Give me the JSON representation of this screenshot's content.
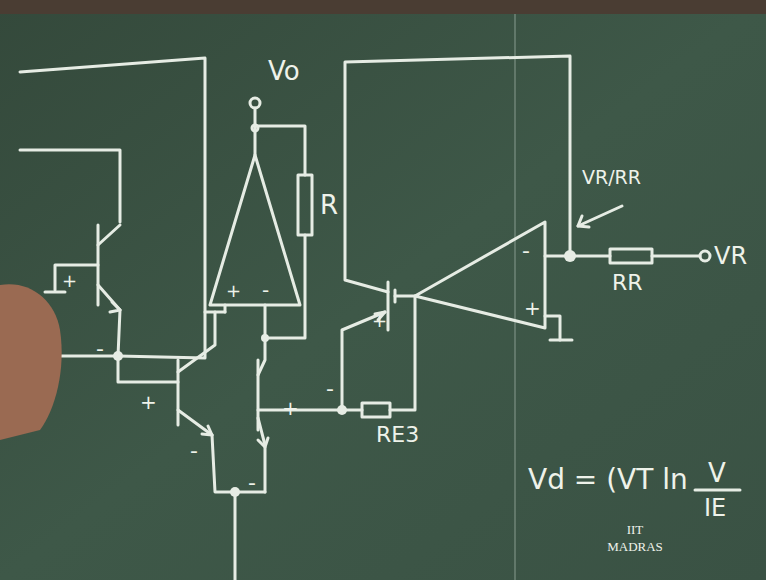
{
  "diagram": {
    "labels": [
      "Vo",
      "R",
      "+",
      "-",
      "VR/RR",
      "VR",
      "RR",
      "-",
      "+",
      "+",
      "-",
      "+",
      "-",
      "+",
      "-",
      "-",
      "+",
      "RE3",
      "Vd = (VT ln",
      "V",
      "IE",
      "IIT MADRAS"
    ]
  }
}
